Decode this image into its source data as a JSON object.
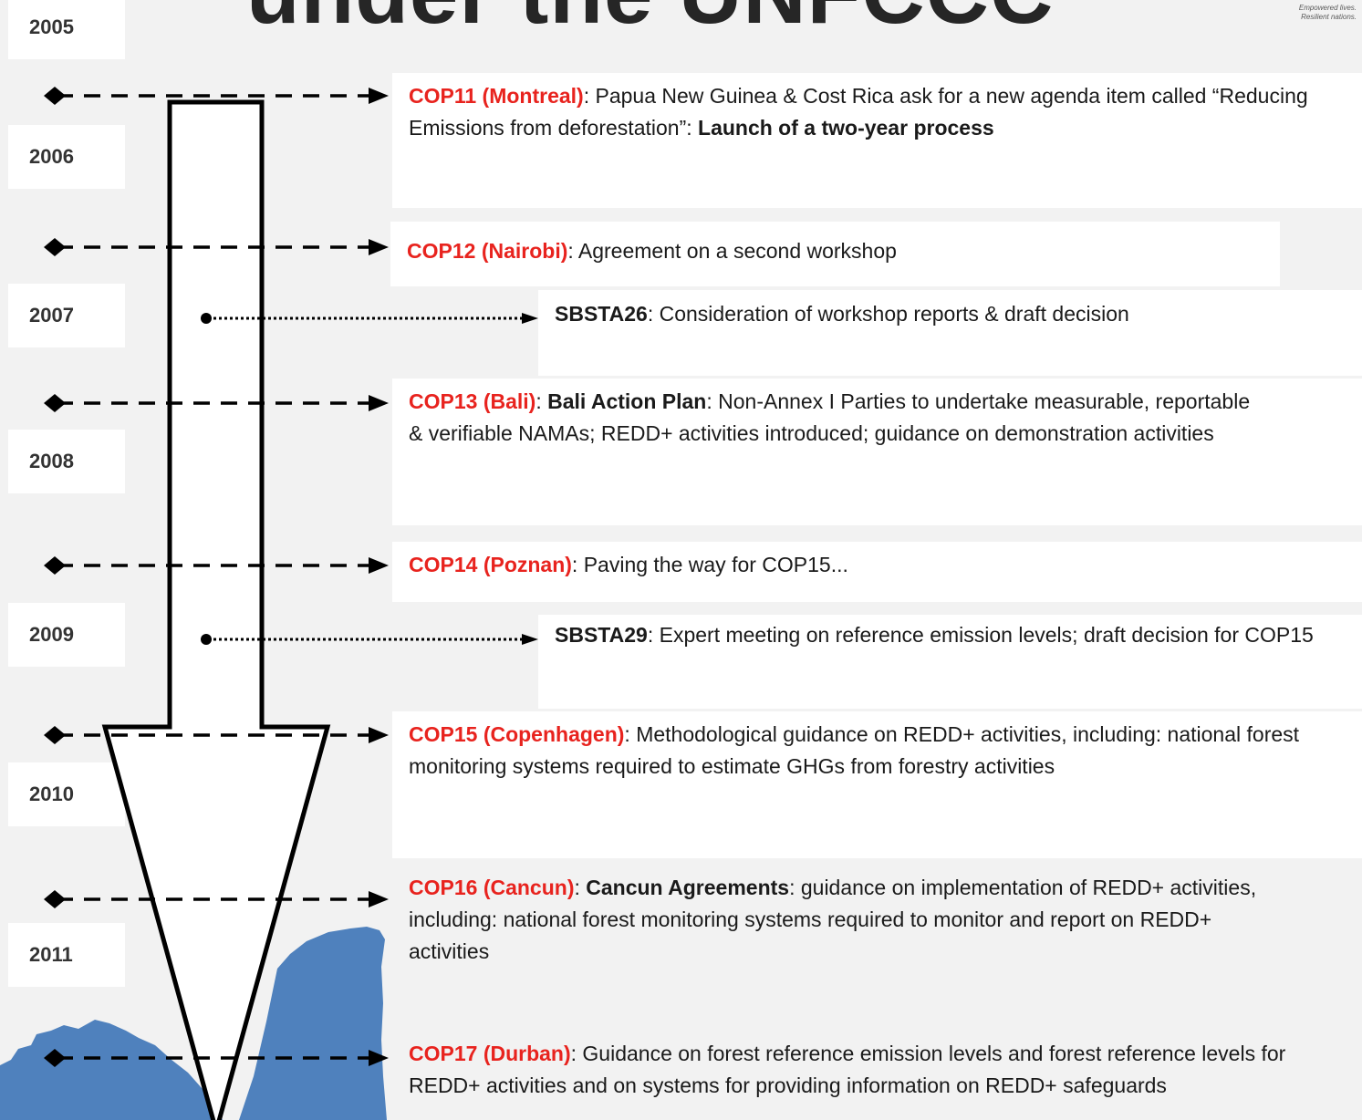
{
  "header": {
    "title": "under the UNFCCC",
    "tagline_line1": "Empowered lives.",
    "tagline_line2": "Resilient nations."
  },
  "years": [
    "2005",
    "2006",
    "2007",
    "2008",
    "2009",
    "2010",
    "2011"
  ],
  "events": [
    {
      "label": "COP11 (Montreal)",
      "sep": ": ",
      "text": "Papua New Guinea & Cost Rica ask for a new agenda item called “Reducing Emissions from deforestation”: ",
      "bold": "Launch of a two-year process",
      "tail": ""
    },
    {
      "label": "COP12 (Nairobi)",
      "sep": ": ",
      "text": "Agreement on a second workshop",
      "bold": "",
      "tail": ""
    },
    {
      "label": "SBSTA26",
      "sep": ": ",
      "text": "Consideration of workshop reports & draft decision",
      "bold": "",
      "tail": ""
    },
    {
      "label": "COP13 (Bali)",
      "sep": ": ",
      "text": "",
      "bold": "Bali Action Plan",
      "tail": ": Non-Annex I Parties to undertake measurable, reportable & verifiable NAMAs; REDD+ activities introduced; guidance on demonstration activities"
    },
    {
      "label": "COP14 (Poznan)",
      "sep": ": ",
      "text": "Paving the way for COP15...",
      "bold": "",
      "tail": ""
    },
    {
      "label": "SBSTA29",
      "sep": ": ",
      "text": "Expert meeting on reference emission levels; draft decision for COP15",
      "bold": "",
      "tail": ""
    },
    {
      "label": "COP15 (Copenhagen)",
      "sep": ": ",
      "text": "Methodological guidance on REDD+ activities, including: national forest monitoring systems required to estimate GHGs from forestry activities",
      "bold": "",
      "tail": ""
    },
    {
      "label": "COP16 (Cancun)",
      "sep": ": ",
      "text": "",
      "bold": "Cancun Agreements",
      "tail": ": guidance on implementation of REDD+ activities, including: national forest monitoring systems required to monitor and report on REDD+ activities"
    },
    {
      "label": "COP17 (Durban)",
      "sep": ": ",
      "text": "Guidance on forest reference emission levels and forest reference levels for REDD+ activities and on systems for providing information on REDD+ safeguards",
      "bold": "",
      "tail": ""
    }
  ],
  "colors": {
    "accent_red": "#e8231e",
    "background": "#f2f2f2",
    "tree_blue": "#4f81bd"
  }
}
